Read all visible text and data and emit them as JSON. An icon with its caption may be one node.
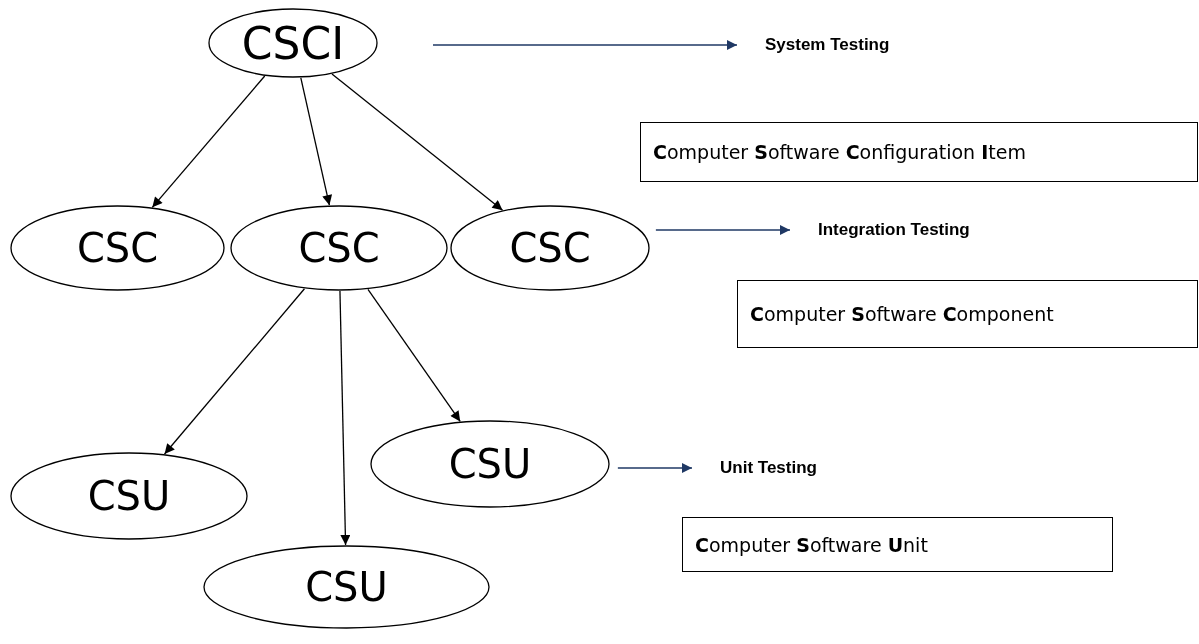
{
  "diagram": {
    "nodes": [
      {
        "text": [
          "CSCI"
        ]
      },
      {
        "text": [
          "CSC"
        ]
      },
      {
        "text": [
          "CSC"
        ]
      },
      {
        "text": [
          "CSC"
        ]
      },
      {
        "text": [
          "CSU"
        ]
      },
      {
        "text": [
          "CSU"
        ]
      },
      {
        "text": [
          "CSU"
        ]
      },
      {
        "text": [
          "System Testing"
        ]
      },
      {
        "text": [
          "**C**omputer **S**oftware **C**onfiguration **I**tem"
        ]
      },
      {
        "text": [
          "Integration Testing"
        ]
      },
      {
        "text": [
          "**C**omputer **S**oftware **C**omponent"
        ]
      },
      {
        "text": [
          "Unit Testing"
        ]
      },
      {
        "text": [
          "**C**omputer **S**oftware **U**nit"
        ]
      }
    ],
    "edges": [
      {
        "from": 0,
        "to": 1,
        "arrow": "to"
      },
      {
        "from": 0,
        "to": 2,
        "arrow": "to"
      },
      {
        "from": 0,
        "to": 3,
        "arrow": "to"
      },
      {
        "from": 2,
        "to": 4,
        "arrow": "to"
      },
      {
        "from": 2,
        "to": 6,
        "arrow": "to"
      },
      {
        "from": 2,
        "to": 5,
        "arrow": "to"
      },
      {
        "from": 0,
        "to": 7,
        "arrow": "to",
        "color": "#1f3864"
      },
      {
        "from": 3,
        "to": 9,
        "arrow": "to",
        "color": "#1f3864"
      },
      {
        "from": 5,
        "to": 11,
        "arrow": "to",
        "color": "#1f3864"
      }
    ]
  }
}
